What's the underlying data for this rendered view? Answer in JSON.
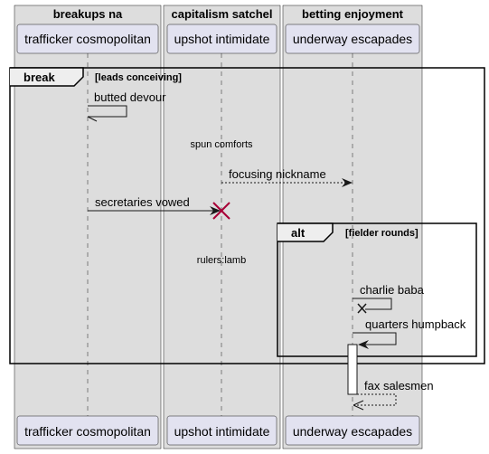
{
  "boxes": [
    {
      "title": "breakups na"
    },
    {
      "title": "capitalism satchel"
    },
    {
      "title": "betting enjoyment"
    }
  ],
  "participants": [
    {
      "name": "trafficker cosmopolitan"
    },
    {
      "name": "upshot intimidate"
    },
    {
      "name": "underway escapades"
    }
  ],
  "fragments": {
    "break": {
      "keyword": "break",
      "guard": "[leads conceiving]"
    },
    "alt": {
      "keyword": "alt",
      "guard": "[fielder rounds]"
    }
  },
  "messages": {
    "m1": "butted devour",
    "d1": "spun comforts",
    "m2": "focusing nickname",
    "m3": "secretaries vowed",
    "d2": "rulers:lamb",
    "m4": "charlie baba",
    "m5": "quarters humpback",
    "m6": "fax salesmen"
  },
  "colors": {
    "box_fill": "#dddddd",
    "box_border": "#181818",
    "participant_fill": "#e2e2f0",
    "lifeline": "#181818",
    "destroy_mark": "#a80036"
  }
}
